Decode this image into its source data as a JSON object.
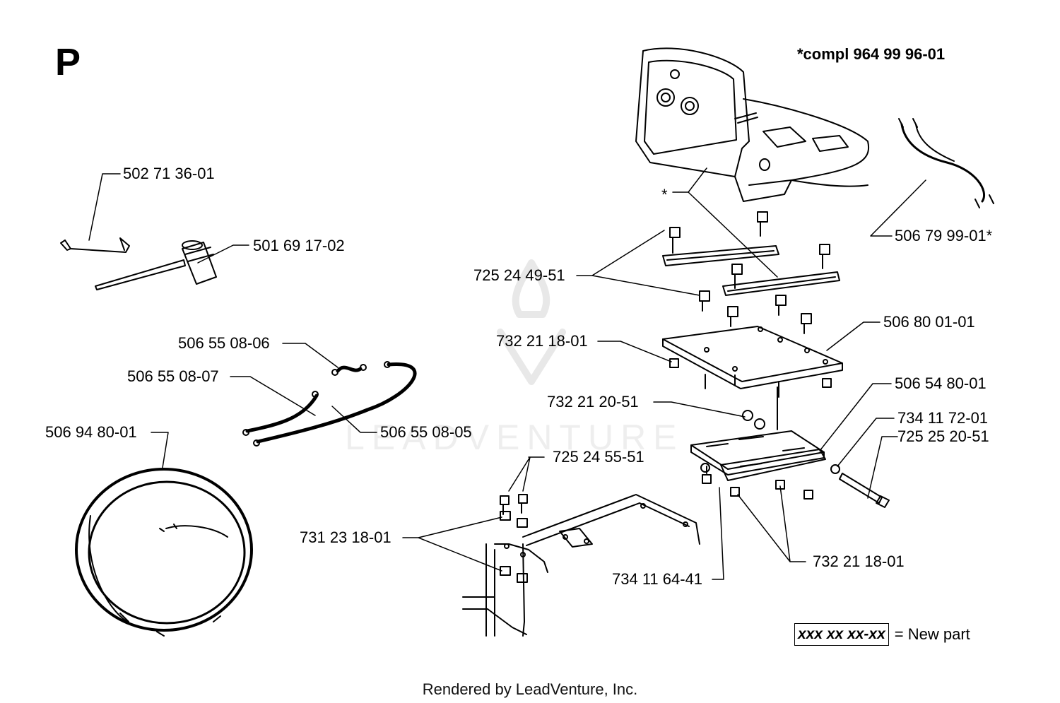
{
  "section_letter": "P",
  "assembly_note": "*compl 964 99 96-01",
  "star_marker": "*",
  "watermark": "LEADVENTURE",
  "parts": {
    "hex_key": "502 71 36-01",
    "plug_wrench": "501 69 17-02",
    "seat_harness": "506 79 99-01*",
    "bolts_upper": "725 24 49-51",
    "nut_plate": "732 21 18-01",
    "seat_plate": "506 80 01-01",
    "ground_cable_short": "506 55 08-06",
    "ground_cable_mid": "506 55 08-07",
    "ground_cable_long": "506 55 08-05",
    "nut_slide": "732 21 20-51",
    "slide_bracket": "506 54 80-01",
    "washer_pivot": "734 11 72-01",
    "pivot_bolt": "725 25 20-51",
    "wiring_harness": "506 94 80-01",
    "bolts_frame": "725 24 55-51",
    "frame_nuts": "731 23 18-01",
    "washer_lower": "734 11 64-41",
    "nut_lower": "732 21 18-01"
  },
  "legend": {
    "sample": "xxx xx xx-xx",
    "text": "= New part"
  },
  "footer": "Rendered by LeadVenture, Inc."
}
